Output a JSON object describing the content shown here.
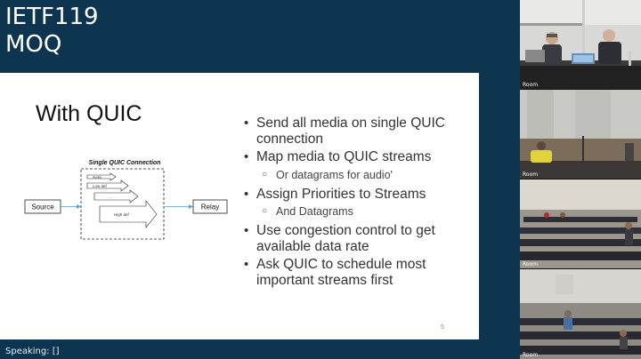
{
  "session": {
    "line1": "IETF119",
    "line2": "MOQ"
  },
  "slide": {
    "heading": "With QUIC",
    "bullets": [
      {
        "text": "Send all media on single QUIC connection",
        "level": 1
      },
      {
        "text": "Map media to QUIC streams",
        "level": 1
      },
      {
        "text": "Or datagrams for audio'",
        "level": 2
      },
      {
        "text": "Assign Priorities to Streams",
        "level": 1
      },
      {
        "text": "And Datagrams",
        "level": 2
      },
      {
        "text": "Use congestion control to get available data rate",
        "level": 1
      },
      {
        "text": "Ask QUIC to schedule most important streams first",
        "level": 1
      }
    ],
    "page_number": "5",
    "diagram": {
      "title": "Single QUIC Connection",
      "source_label": "Source",
      "relay_label": "Relay",
      "streams": [
        "Audio",
        "Low def",
        "...",
        "High def"
      ]
    }
  },
  "status": {
    "speaking": "Speaking: []"
  },
  "video_feeds": [
    {
      "label": "Room"
    },
    {
      "label": "Room"
    },
    {
      "label": "Room"
    },
    {
      "label": "Room"
    }
  ],
  "colors": {
    "background": "#0d3550",
    "slide_bg": "#ffffff",
    "arrow": "#5b9bd5"
  }
}
